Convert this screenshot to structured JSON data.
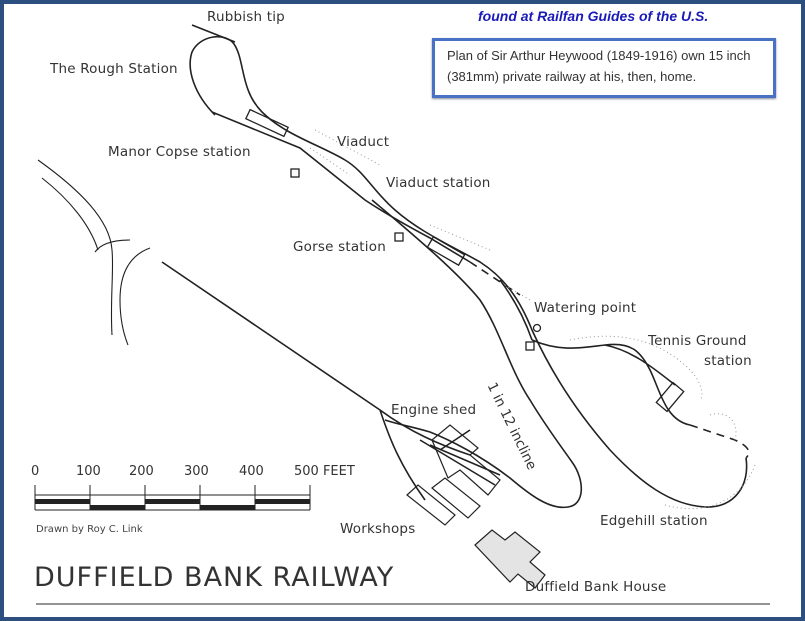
{
  "header": {
    "credit": "found at Railfan Guides of the U.S.",
    "note": "Plan of Sir Arthur Heywood (1849-1916) own 15 inch (381mm) private railway at his, then, home."
  },
  "map": {
    "title": "DUFFIELD BANK RAILWAY",
    "drawn_by": "Drawn by Roy C. Link",
    "labels": {
      "rubbish_tip": "Rubbish tip",
      "rough_station": "The Rough Station",
      "manor_copse": "Manor Copse station",
      "viaduct": "Viaduct",
      "viaduct_station": "Viaduct station",
      "gorse_station": "Gorse station",
      "watering_point": "Watering point",
      "tennis_ground_1": "Tennis Ground",
      "tennis_ground_2": "station",
      "incline": "1 in 12 incline",
      "engine_shed": "Engine shed",
      "workshops": "Workshops",
      "edgehill_station": "Edgehill station",
      "duffield_bank_house": "Duffield Bank House"
    },
    "scale": {
      "ticks": [
        "0",
        "100",
        "200",
        "300",
        "400",
        "500 FEET"
      ]
    }
  },
  "colors": {
    "frame": "#2c4f7f",
    "credit": "#1a1ab8",
    "note_border": "#4a72c4",
    "ink": "#222222"
  }
}
